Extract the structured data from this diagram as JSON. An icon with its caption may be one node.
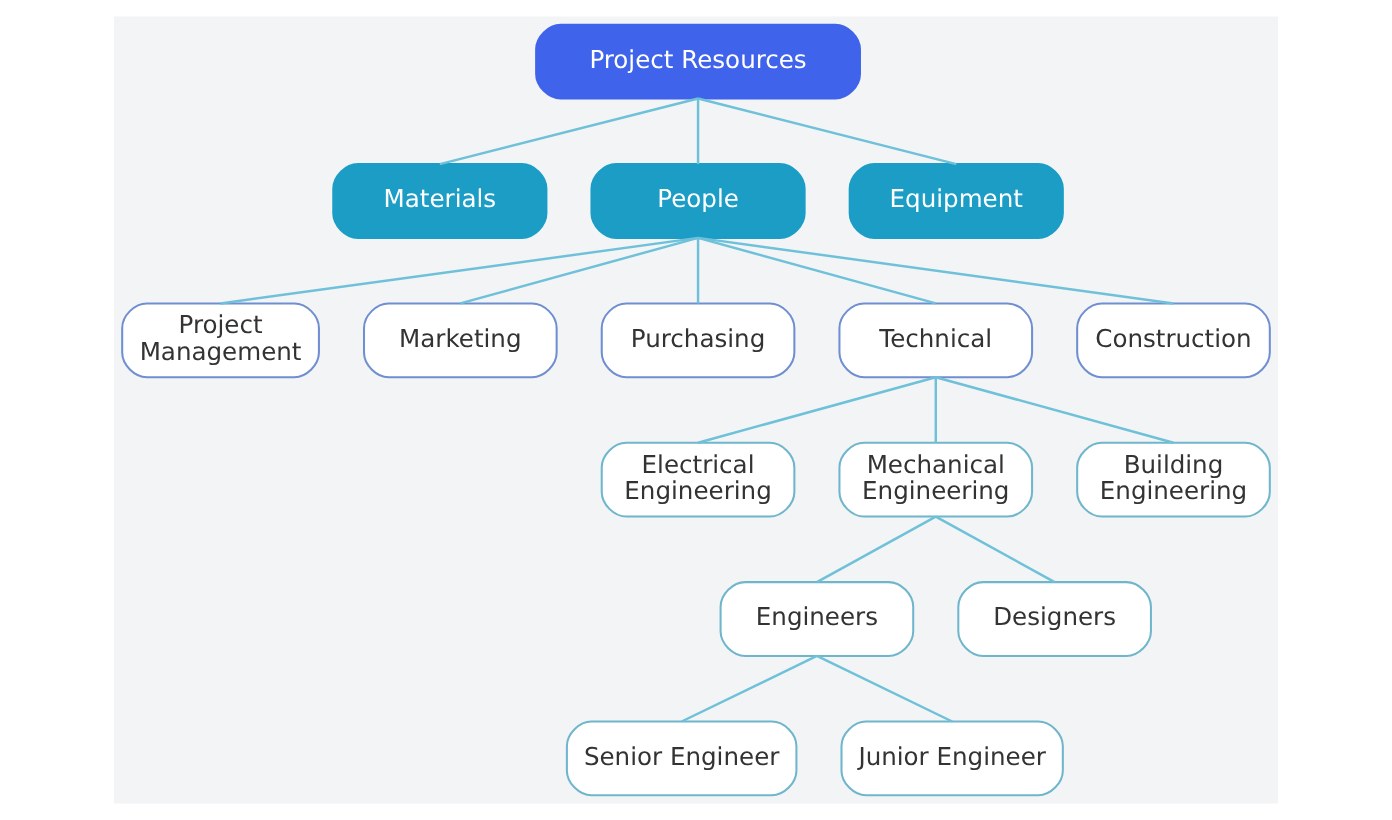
{
  "diagram": {
    "nodes": [
      {
        "text": [
          "Project Resources"
        ]
      },
      {
        "text": [
          "Materials"
        ]
      },
      {
        "text": [
          "People"
        ]
      },
      {
        "text": [
          "Equipment"
        ]
      },
      {
        "text": [
          "Project Management"
        ]
      },
      {
        "text": [
          "Marketing"
        ]
      },
      {
        "text": [
          "Purchasing"
        ]
      },
      {
        "text": [
          "Technical"
        ]
      },
      {
        "text": [
          "Construction"
        ]
      },
      {
        "text": [
          "Electrical Engineering"
        ]
      },
      {
        "text": [
          "Mechanical Engineering"
        ]
      },
      {
        "text": [
          "Building Engineering"
        ]
      },
      {
        "text": [
          "Engineers"
        ]
      },
      {
        "text": [
          "Designers"
        ]
      },
      {
        "text": [
          "Senior Engineer"
        ]
      },
      {
        "text": [
          "Junior Engineer"
        ]
      }
    ],
    "edges": [
      {
        "from": 0,
        "to": 1,
        "arrow": "none"
      },
      {
        "from": 0,
        "to": 2,
        "arrow": "none"
      },
      {
        "from": 0,
        "to": 3,
        "arrow": "none"
      },
      {
        "from": 2,
        "to": 4,
        "arrow": "none"
      },
      {
        "from": 2,
        "to": 5,
        "arrow": "none"
      },
      {
        "from": 2,
        "to": 6,
        "arrow": "none"
      },
      {
        "from": 2,
        "to": 7,
        "arrow": "none"
      },
      {
        "from": 2,
        "to": 8,
        "arrow": "none"
      },
      {
        "from": 7,
        "to": 9,
        "arrow": "none"
      },
      {
        "from": 7,
        "to": 10,
        "arrow": "none"
      },
      {
        "from": 7,
        "to": 11,
        "arrow": "none"
      },
      {
        "from": 10,
        "to": 12,
        "arrow": "none"
      },
      {
        "from": 10,
        "to": 13,
        "arrow": "none"
      },
      {
        "from": 12,
        "to": 14,
        "arrow": "none"
      },
      {
        "from": 12,
        "to": 15,
        "arrow": "none"
      }
    ]
  }
}
